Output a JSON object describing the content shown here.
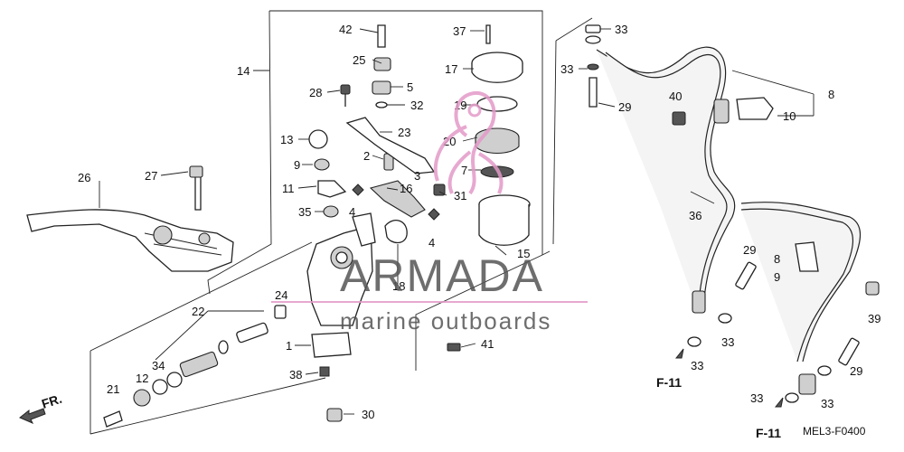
{
  "diagram_code": "MEL3-F0400",
  "direction_markers": {
    "front": "FR.",
    "f11_a": "F-11",
    "f11_b": "F-11"
  },
  "watermark": {
    "brand": "ARMADA",
    "tagline": "marine outboards"
  },
  "callouts": {
    "p1": "1",
    "p2": "2",
    "p3": "3",
    "p4a": "4",
    "p4b": "4",
    "p5": "5",
    "p7": "7",
    "p8a": "8",
    "p8b": "8",
    "p9a": "9",
    "p9b": "9",
    "p10": "10",
    "p11": "11",
    "p12": "12",
    "p13": "13",
    "p14": "14",
    "p15": "15",
    "p16": "16",
    "p17": "17",
    "p18": "18",
    "p19": "19",
    "p20": "20",
    "p21": "21",
    "p22": "22",
    "p23": "23",
    "p24": "24",
    "p25": "25",
    "p26": "26",
    "p27": "27",
    "p28": "28",
    "p29a": "29",
    "p29b": "29",
    "p29c": "29",
    "p30": "30",
    "p31": "31",
    "p32": "32",
    "p33a": "33",
    "p33b": "33",
    "p33c": "33",
    "p33d": "33",
    "p33e": "33",
    "p33f": "33",
    "p34": "34",
    "p35": "35",
    "p36": "36",
    "p37": "37",
    "p38": "38",
    "p39": "39",
    "p40": "40",
    "p41": "41",
    "p42": "42"
  },
  "colors": {
    "ink": "#222222",
    "watermark_pink": "#e39ac8",
    "watermark_gray": "#555555"
  }
}
